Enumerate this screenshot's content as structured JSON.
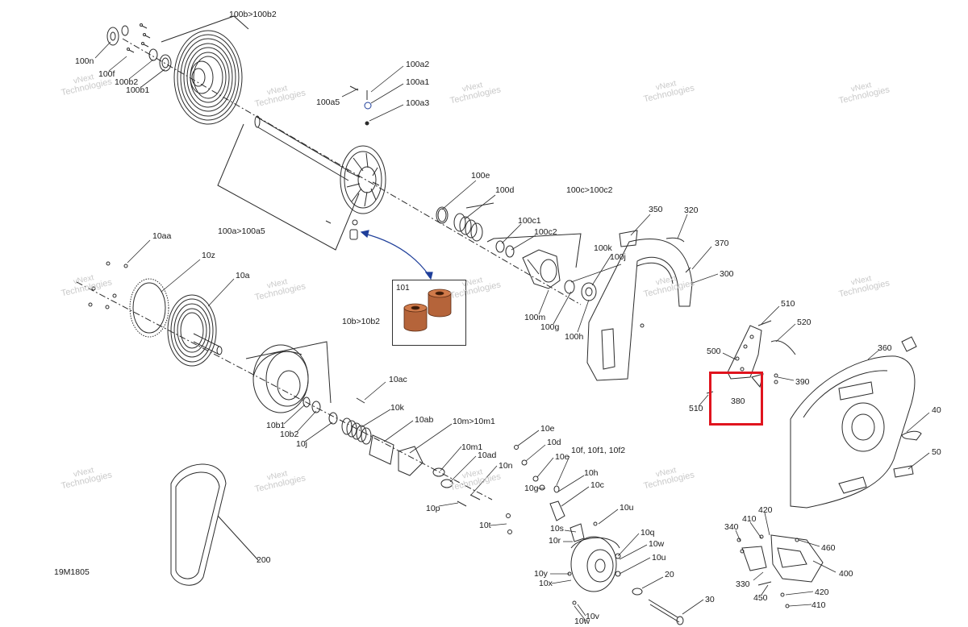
{
  "diagram": {
    "drawing_code": "19M1805",
    "watermark_line1": "vNext",
    "watermark_line2": "Technologies",
    "inset_label": "101",
    "colors": {
      "line": "#2b2b2b",
      "highlight": "#e0141e",
      "callout_arrow": "#1f3f9a",
      "bushing": "#b5643a",
      "accent_blue": "#8fa6e0"
    },
    "labels": [
      "100b>100b2",
      "100n",
      "100f",
      "100b2",
      "100b1",
      "100a5",
      "100a2",
      "100a1",
      "100a3",
      "100e",
      "100d",
      "100c>100c2",
      "100c1",
      "100c2",
      "100a>100a5",
      "100k",
      "100j",
      "100m",
      "100g",
      "100h",
      "350",
      "320",
      "370",
      "300",
      "10aa",
      "10z",
      "10a",
      "10b>10b2",
      "10ac",
      "10k",
      "10ab",
      "10m>10m1",
      "10m1",
      "10ad",
      "10n",
      "10b1",
      "10b2",
      "10j",
      "10p",
      "10e",
      "10d",
      "10e",
      "10f, 10f1, 10f2",
      "10h",
      "10c",
      "10g",
      "10u",
      "10t",
      "10s",
      "10r",
      "10q",
      "10w",
      "10u",
      "10y",
      "10x",
      "10v",
      "10w",
      "20",
      "30",
      "200",
      "510",
      "520",
      "500",
      "390",
      "380",
      "510",
      "360",
      "40",
      "50",
      "420",
      "410",
      "340",
      "460",
      "400",
      "330",
      "420",
      "450",
      "410"
    ]
  }
}
